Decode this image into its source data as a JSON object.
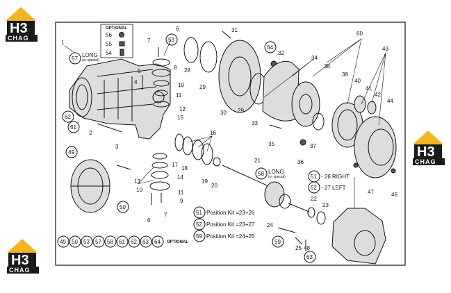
{
  "logos": [
    {
      "line1": "H3",
      "line2": "CHAG"
    },
    {
      "line1": "H3",
      "line2": "CHAG"
    },
    {
      "line1": "H3",
      "line2": "CHAG"
    }
  ],
  "colors": {
    "logo_accent": "#f2b424",
    "logo_dark": "#1a1a1a",
    "ink": "#111111"
  },
  "optional_box": {
    "title": "OPTIONAL",
    "items": [
      "56",
      "55",
      "54"
    ]
  },
  "long_note_1": {
    "num": "57",
    "main": "LONG",
    "sub": "(or special)"
  },
  "long_note_2": {
    "num": "58",
    "main": "LONG",
    "sub": "(or special)"
  },
  "side_legend": [
    {
      "num": "51",
      "text": "- 26  RIGHT"
    },
    {
      "num": "52",
      "text": "- 27  LEFT"
    }
  ],
  "position_kits": [
    {
      "num": "51",
      "text": "Position Kit =23+26"
    },
    {
      "num": "52",
      "text": "Position Kit =23+27"
    },
    {
      "num": "59",
      "text": "Position Kit =24+25"
    }
  ],
  "optional_row": {
    "items": [
      "49",
      "50",
      "53",
      "57",
      "58",
      "61",
      "62",
      "63",
      "64"
    ],
    "label": "OPTIONAL"
  },
  "circled_labels": [
    "53",
    "64",
    "62",
    "61",
    "49",
    "50",
    "58",
    "51",
    "52",
    "59",
    "63"
  ],
  "plain_labels": [
    "1",
    "2",
    "3",
    "4",
    "5",
    "6",
    "7",
    "8",
    "9",
    "10",
    "11",
    "12",
    "13",
    "14",
    "15",
    "16",
    "17",
    "18",
    "19",
    "20",
    "21",
    "22",
    "23",
    "24",
    "25",
    "28",
    "29",
    "30",
    "31",
    "32",
    "33",
    "34",
    "35",
    "36",
    "37",
    "38",
    "39",
    "40",
    "41",
    "42",
    "43",
    "44",
    "46",
    "47",
    "48",
    "60"
  ]
}
